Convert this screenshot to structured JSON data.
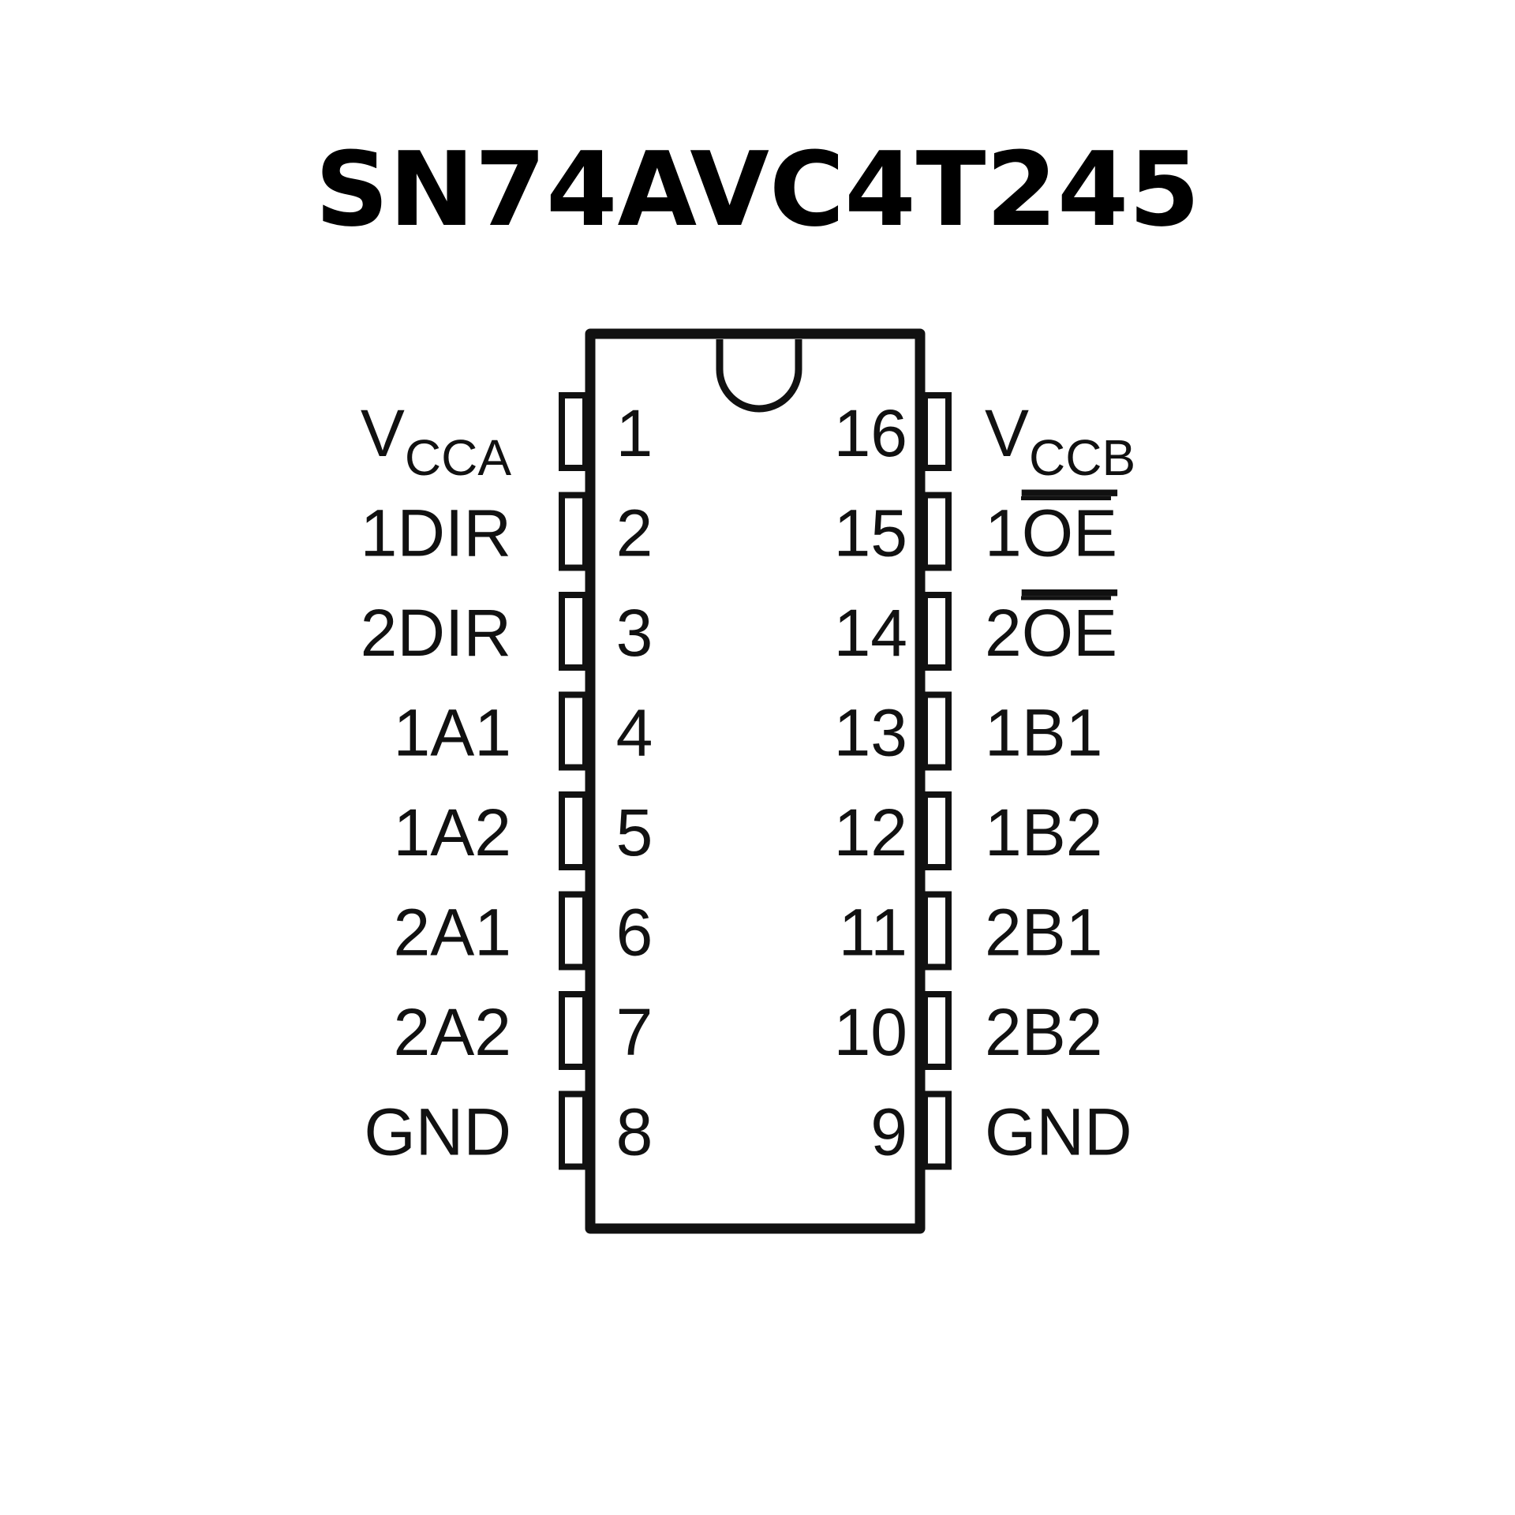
{
  "title": "SN74AVC4T245",
  "colors": {
    "line": "#111111",
    "background": "#ffffff"
  },
  "left_pins": [
    {
      "number": "1",
      "label": "V",
      "label_sub": "CCA"
    },
    {
      "number": "2",
      "label": "1DIR"
    },
    {
      "number": "3",
      "label": "2DIR"
    },
    {
      "number": "4",
      "label": "1A1"
    },
    {
      "number": "5",
      "label": "1A2"
    },
    {
      "number": "6",
      "label": "2A1"
    },
    {
      "number": "7",
      "label": "2A2"
    },
    {
      "number": "8",
      "label": "GND"
    }
  ],
  "right_pins": [
    {
      "number": "16",
      "label": "V",
      "label_sub": "CCB"
    },
    {
      "number": "15",
      "label_prefix": "1",
      "label_overbar": "OE"
    },
    {
      "number": "14",
      "label_prefix": "2",
      "label_overbar": "OE"
    },
    {
      "number": "13",
      "label": "1B1"
    },
    {
      "number": "12",
      "label": "1B2"
    },
    {
      "number": "11",
      "label": "2B1"
    },
    {
      "number": "10",
      "label": "2B2"
    },
    {
      "number": "9",
      "label": "GND"
    }
  ]
}
